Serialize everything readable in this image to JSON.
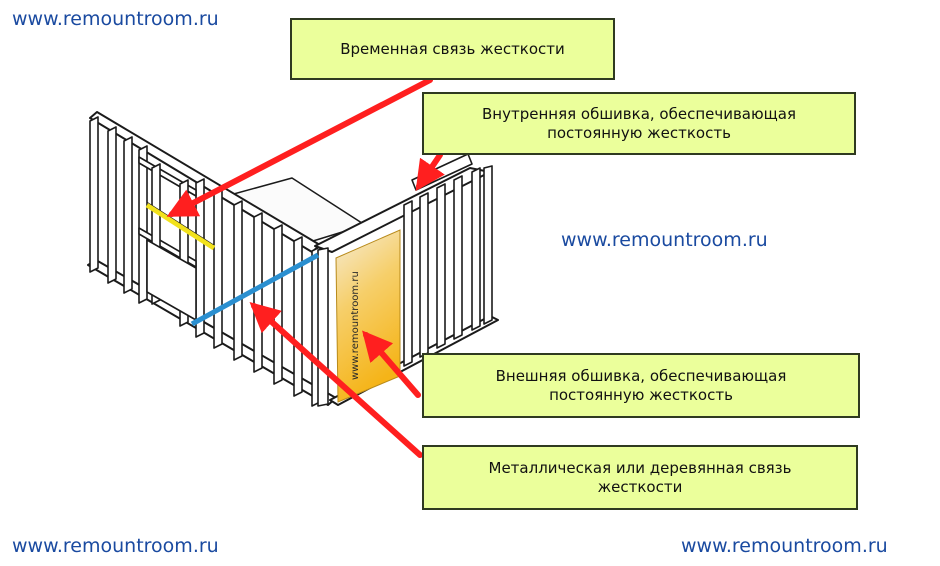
{
  "watermarks": {
    "top_left": "www.remountroom.ru",
    "middle": "www.remountroom.ru",
    "bottom_left": "www.remountroom.ru",
    "bottom_right": "www.remountroom.ru",
    "board": "www.remountroom.ru"
  },
  "callouts": {
    "temporary_brace": "Временная связь жесткости",
    "inner_sheathing": "Внутренняя обшивка, обеспечивающая\nпостоянную жесткость",
    "outer_sheathing": "Внешняя обшивка, обеспечивающая\nпостоянную жесткость",
    "metal_wood_brace": "Металлическая или деревянная связь\nжесткости"
  },
  "colors": {
    "callout_fill": "#ebff9b",
    "arrow": "#ff1f1f",
    "brace_blue": "#2a8fd0",
    "brace_yellow": "#f2e21c",
    "board_gradient_top": "#f5e7c8",
    "board_gradient_bottom": "#f7b820",
    "watermark_text": "#1a4aa0"
  }
}
